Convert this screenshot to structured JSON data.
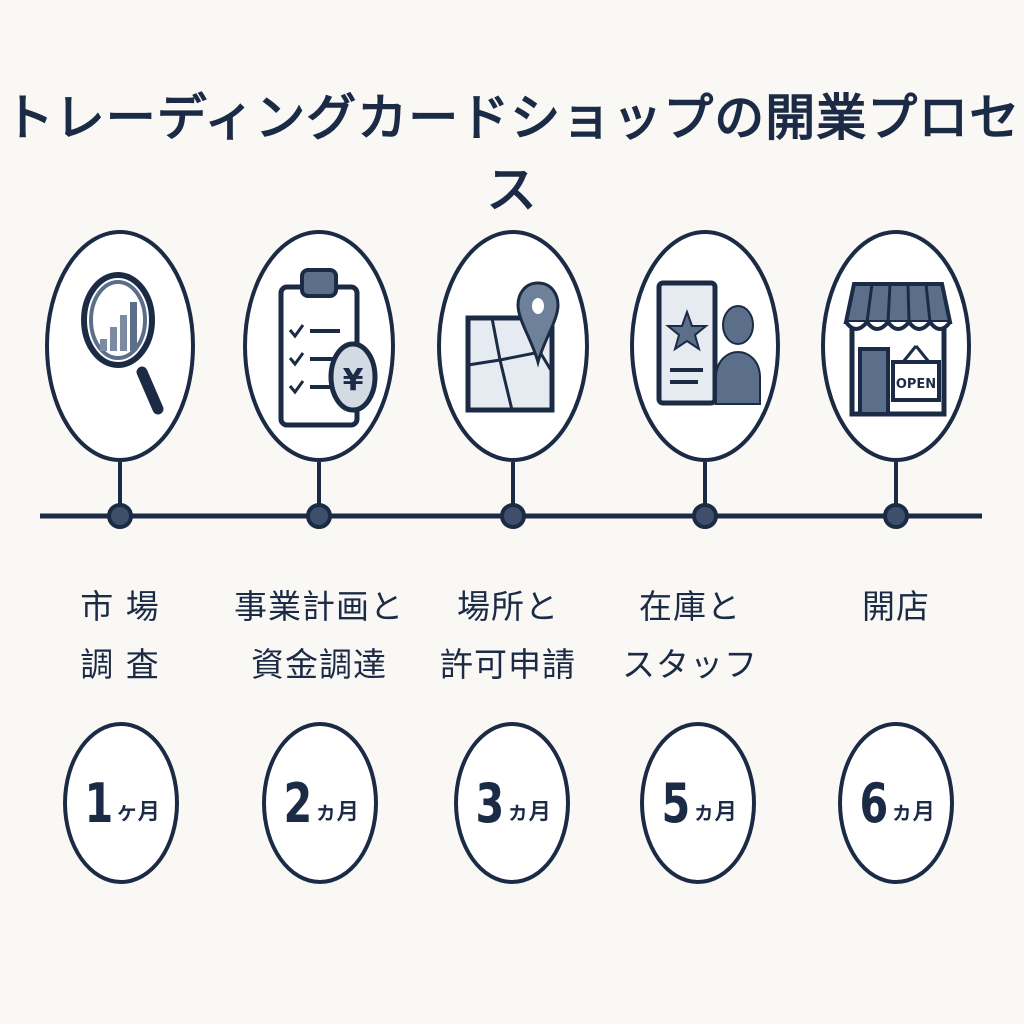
{
  "title": "トレーディングカードショップの開業プロセス",
  "steps": [
    {
      "label": "市 場\n調 査",
      "duration_num": "1",
      "duration_unit": "ヶ月",
      "icon": "magnifier-chart-icon"
    },
    {
      "label": "事業計画と\n資金調達",
      "duration_num": "2",
      "duration_unit": "ヵ月",
      "icon": "clipboard-yen-icon"
    },
    {
      "label": "場所と\n許可申請",
      "duration_num": "3",
      "duration_unit": "ヵ月",
      "icon": "map-pin-icon"
    },
    {
      "label": "在庫と\nスタッフ",
      "duration_num": "5",
      "duration_unit": "ヵ月",
      "icon": "card-person-icon"
    },
    {
      "label": "開店",
      "duration_num": "6",
      "duration_unit": "ヵ月",
      "icon": "storefront-open-icon"
    }
  ],
  "open_sign_text": "OPEN",
  "colors": {
    "navy": "#1c2b45",
    "slate": "#5b6f8a",
    "light": "#e6ebf1",
    "background": "#faf8f5"
  }
}
